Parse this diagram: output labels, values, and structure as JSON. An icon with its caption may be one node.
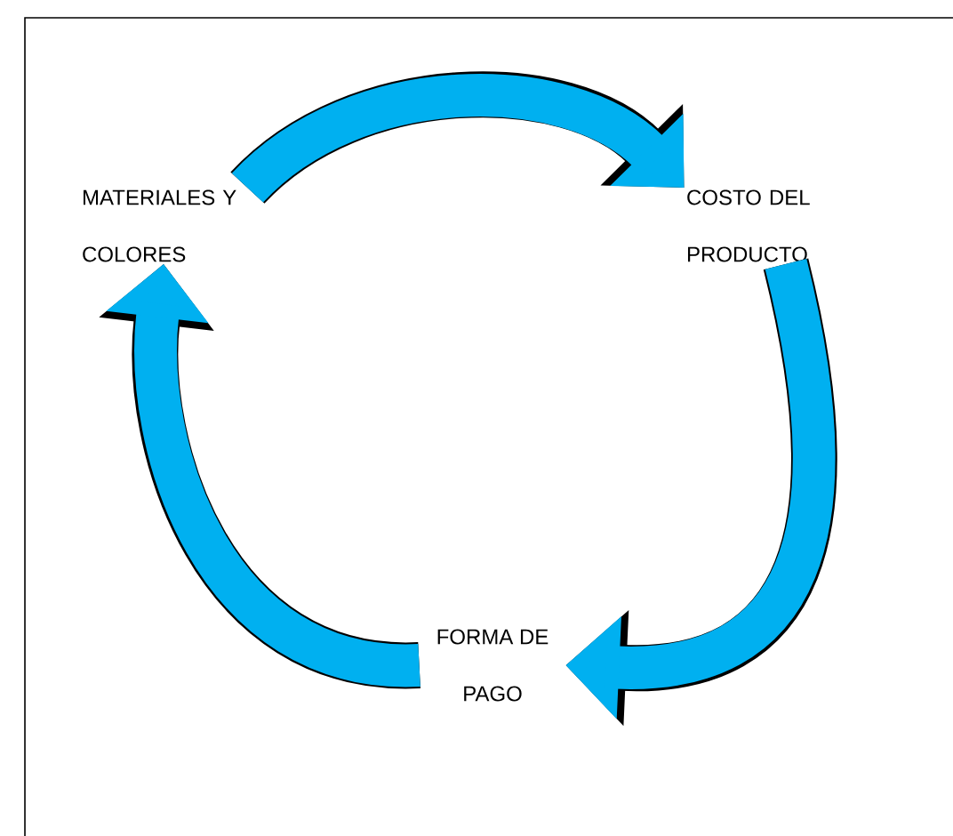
{
  "diagram": {
    "nodes": [
      {
        "text": [
          "MATERIALES Y COLORES"
        ]
      },
      {
        "text": [
          "COSTO DEL PRODUCTO"
        ]
      },
      {
        "text": [
          "FORMA DE PAGO"
        ]
      }
    ],
    "edges": [
      {
        "from": 0,
        "to": 1,
        "arrow": "to"
      },
      {
        "from": 1,
        "to": 2,
        "arrow": "to"
      },
      {
        "from": 2,
        "to": 0,
        "arrow": "to"
      }
    ]
  }
}
